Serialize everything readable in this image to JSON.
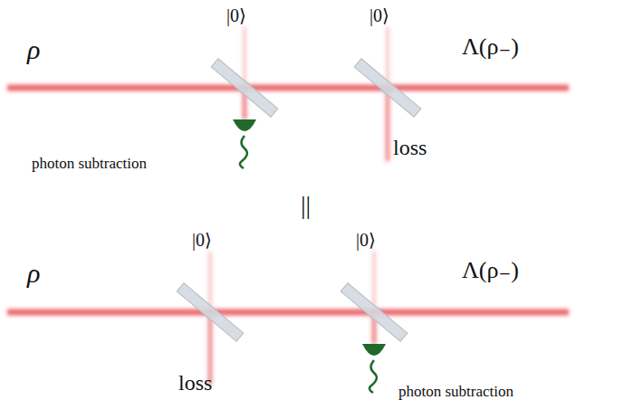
{
  "diagram": {
    "labels": [
      "ρ",
      "|0⟩",
      "|0⟩",
      "Λ(ρ₋)",
      "photon subtraction",
      "loss",
      "||",
      "ρ",
      "|0⟩",
      "|0⟩",
      "Λ(ρ₋)",
      "loss",
      "photon subtraction"
    ]
  }
}
